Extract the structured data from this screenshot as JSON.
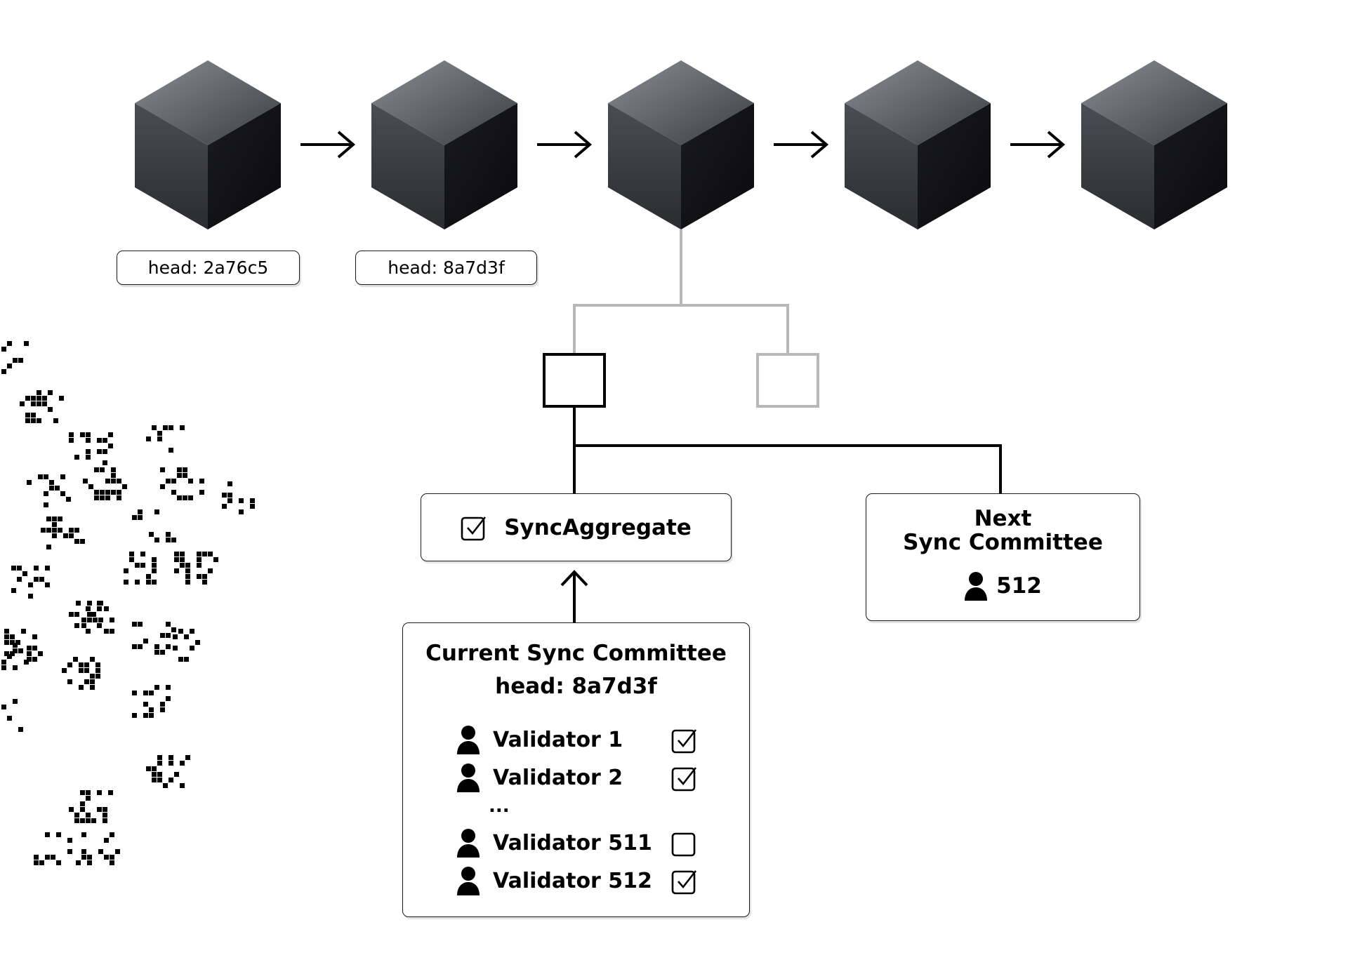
{
  "blockchain": {
    "blocks": 5,
    "heads": [
      {
        "label": "head: 2a76c5"
      },
      {
        "label": "head: 8a7d3f"
      }
    ]
  },
  "sync_aggregate": {
    "label": "SyncAggregate",
    "icon": "checkbox-checked-icon"
  },
  "next_committee": {
    "title_line1": "Next",
    "title_line2": "Sync Committee",
    "count": "512",
    "icon": "person-icon"
  },
  "current_committee": {
    "title": "Current Sync Committee",
    "head": "head: 8a7d3f",
    "ellipsis": "...",
    "validators": [
      {
        "name": "Validator 1",
        "signed": true
      },
      {
        "name": "Validator 2",
        "signed": true
      },
      {
        "name": "Validator 511",
        "signed": false
      },
      {
        "name": "Validator 512",
        "signed": true
      }
    ]
  },
  "colors": {
    "cube_top": "#5e6168",
    "cube_left": "#3b3e44",
    "cube_right": "#121316",
    "line_active": "#000000",
    "line_inactive": "#b8b8b8"
  }
}
